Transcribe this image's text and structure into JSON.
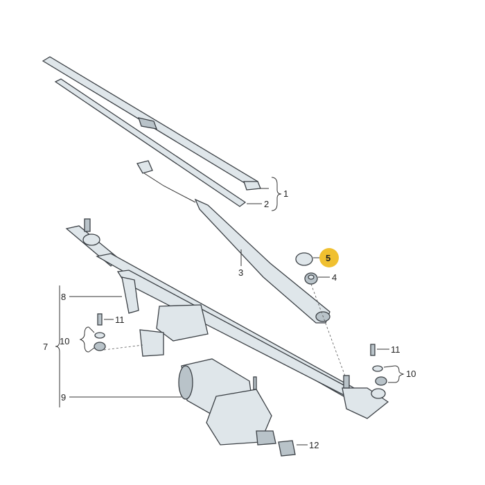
{
  "callouts": {
    "c1": "1",
    "c2": "2",
    "c3": "3",
    "c4": "4",
    "c5": "5",
    "c7": "7",
    "c8": "8",
    "c9": "9",
    "c10_left": "10",
    "c10_right": "10",
    "c11_left": "11",
    "c11_right": "11",
    "c12": "12"
  },
  "highlight": {
    "callout": "5",
    "color": "#f0c030"
  }
}
